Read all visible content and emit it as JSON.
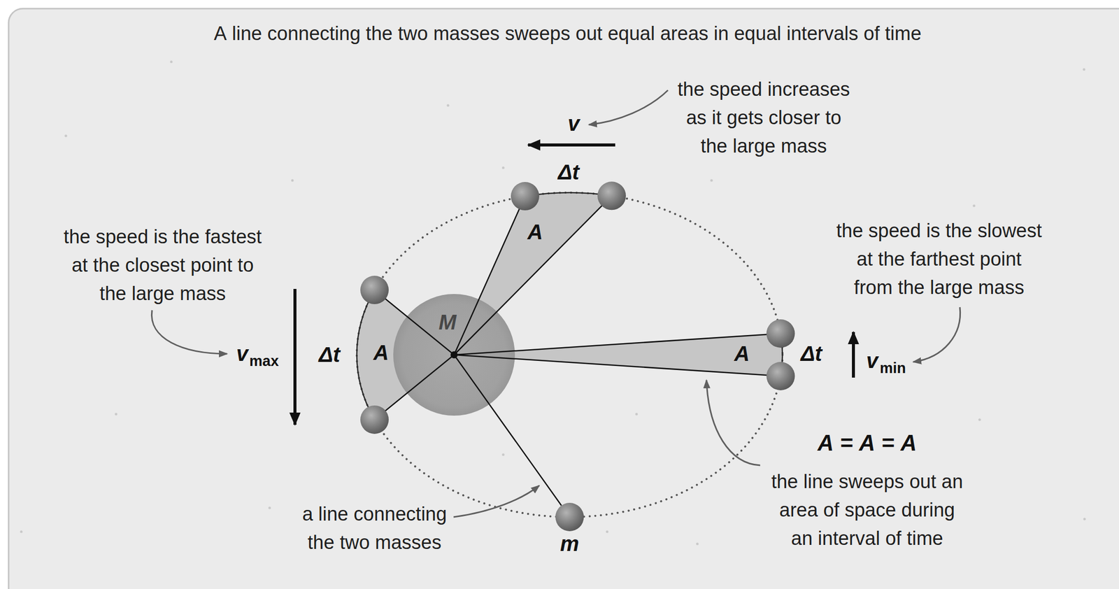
{
  "diagram": {
    "title": "A line connecting the two masses sweeps out equal areas in equal intervals of time",
    "nodes": [
      {
        "text": [
          "M"
        ]
      },
      {
        "text": [
          "m"
        ]
      }
    ],
    "edges": [
      {
        "from": 0,
        "to": 1,
        "arrow": "none"
      }
    ],
    "labels": [
      "the speed increases as it gets closer to the large mass",
      "v",
      "Δt",
      "A",
      "the speed is the fastest at the closest point to the large mass",
      "v",
      "max",
      "Δt",
      "A",
      "the speed is the slowest at the farthest point from the large mass",
      "A",
      "Δt",
      "v",
      "min",
      "A = A = A",
      "a line connecting the two masses",
      "the line sweeps out an area of space during an interval of time"
    ]
  }
}
